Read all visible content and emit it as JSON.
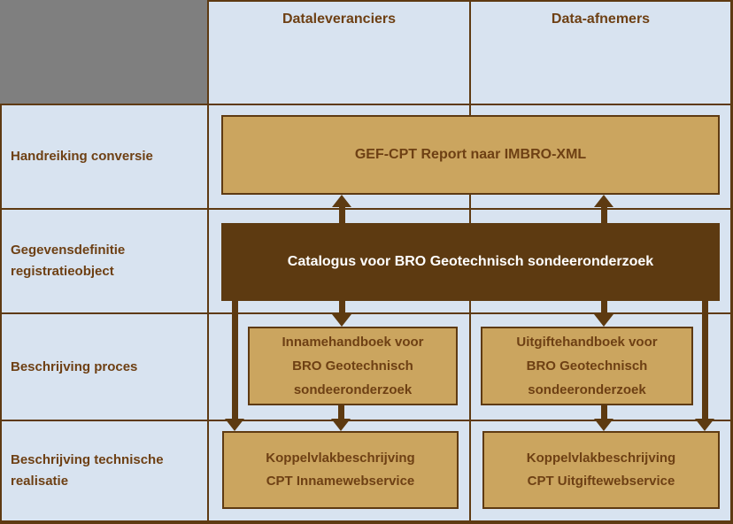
{
  "palette": {
    "background": "#D8E3F0",
    "grid": "#5E3A12",
    "tan_fill": "#CBA55F",
    "dark_brown": "#5D3A11",
    "gray": "#7F7F7F",
    "text_brown": "#6E4014",
    "white_text": "#FFFFFF"
  },
  "columns": {
    "dataleveranciers": "Dataleveranciers",
    "data_afnemers": "Data-afnemers"
  },
  "rows": [
    {
      "label": "Handreiking conversie"
    },
    {
      "label": "Gegevensdefinitie\nregistratieobject"
    },
    {
      "label": "Beschrijving proces"
    },
    {
      "label": "Beschrijving technische\nrealisatie"
    }
  ],
  "boxes": {
    "gef_cpt": "GEF-CPT Report naar IMBRO-XML",
    "catalogus": "Catalogus voor BRO Geotechnisch sondeeronderzoek",
    "innamehandboek": "Innamehandboek voor\nBRO Geotechnisch\nsondeeronderzoek",
    "uitgiftehandboek": "Uitgiftehandboek voor\nBRO Geotechnisch\nsondeeronderzoek",
    "koppelvlak_inname": "Koppelvlakbeschrijving\nCPT Innamewebservice",
    "koppelvlak_uitgifte": "Koppelvlakbeschrijving\nCPT Uitgiftewebservice"
  },
  "connections": [
    {
      "from": "catalogus",
      "to": "gef_cpt",
      "side": "dataleveranciers",
      "direction": "up"
    },
    {
      "from": "catalogus",
      "to": "gef_cpt",
      "side": "data_afnemers",
      "direction": "up"
    },
    {
      "from": "catalogus",
      "to": "innamehandboek",
      "direction": "down"
    },
    {
      "from": "catalogus",
      "to": "uitgiftehandboek",
      "direction": "down"
    },
    {
      "from": "innamehandboek",
      "to": "koppelvlak_inname",
      "direction": "down"
    },
    {
      "from": "uitgiftehandboek",
      "to": "koppelvlak_uitgifte",
      "direction": "down"
    },
    {
      "from": "catalogus",
      "to": "koppelvlak_inname",
      "direction": "down",
      "route": "outer-left"
    },
    {
      "from": "catalogus",
      "to": "koppelvlak_uitgifte",
      "direction": "down",
      "route": "outer-right"
    }
  ]
}
